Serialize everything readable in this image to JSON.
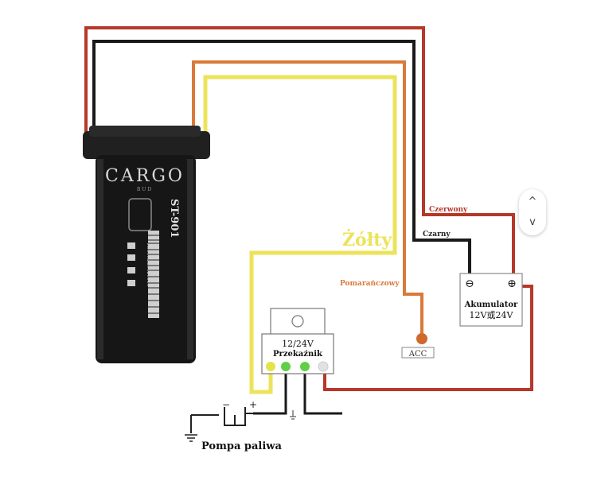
{
  "device": {
    "brand": "CARGO",
    "brand_sub": "BUD",
    "model": "ST-901",
    "serial": "1EC9R220820180"
  },
  "wire_labels": {
    "red": "Czerwony",
    "black": "Czarny",
    "yellow": "Żółty",
    "orange": "Pomarańczowy"
  },
  "battery": {
    "minus": "⊖",
    "plus": "⊕",
    "title": "Akumulator",
    "voltage": "12V或24V"
  },
  "relay": {
    "voltage": "12/24V",
    "title": "Przekaźnik"
  },
  "acc": {
    "label": "ACC"
  },
  "pump": {
    "label": "Pompa paliwa",
    "minus": "−",
    "plus": "+"
  },
  "scroll": {
    "up": "^",
    "down": "v"
  },
  "colors": {
    "red": "#b5382a",
    "black": "#1a1a1a",
    "yellow": "#ece35a",
    "orange": "#d97a3a",
    "green": "#5fcf4a",
    "yellow_pin": "#e6e24a",
    "grey_pin": "#e2e2e2"
  }
}
